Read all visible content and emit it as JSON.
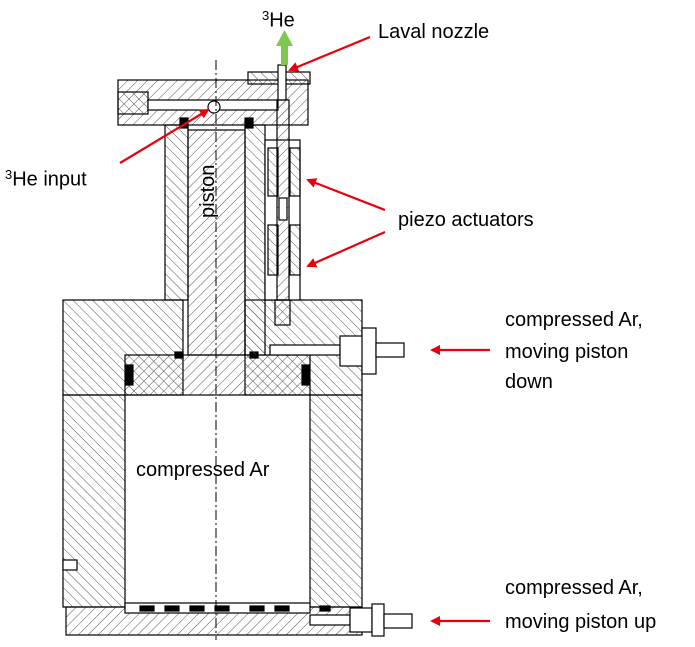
{
  "labels": {
    "he3_top": "He",
    "he3_top_sup": "3",
    "laval_nozzle": "Laval nozzle",
    "he3_input": "He input",
    "he3_input_sup": "3",
    "piston": "piston",
    "piezo_actuators": "piezo actuators",
    "compressed_ar_down_1": "compressed Ar,",
    "compressed_ar_down_2": "moving piston",
    "compressed_ar_down_3": "down",
    "compressed_ar_center": "compressed Ar",
    "compressed_ar_up_1": "compressed Ar,",
    "compressed_ar_up_2": "moving piston up"
  },
  "colors": {
    "arrow_red": "#e8000b",
    "arrow_green": "#7ec850",
    "line": "#000000",
    "hatch": "#555555"
  }
}
